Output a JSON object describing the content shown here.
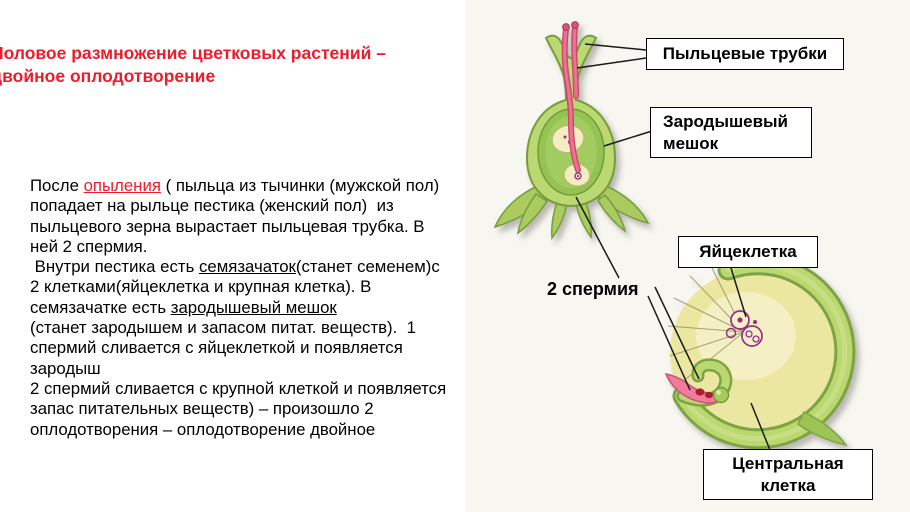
{
  "slide": {
    "title": "Половое размножение цветковых растений –\nдвойное оплодотворение",
    "title_color": "#ed1c2b",
    "background": "#ffffff",
    "panel_background": "#f7f6f1"
  },
  "body": {
    "segments": [
      {
        "text": "После ",
        "style": "normal"
      },
      {
        "text": "опыления",
        "style": "red-underline"
      },
      {
        "text": " ( пыльца из тычинки (мужской пол) попадает на рыльце пестика (женский пол)  из пыльцевого зерна вырастает пыльцевая трубка. В ней 2 спермия.\n Внутри пестика есть ",
        "style": "normal"
      },
      {
        "text": "семязачаток",
        "style": "underline"
      },
      {
        "text": "(станет семенем)с 2 клетками(яйцеклетка и крупная клетка). В семязачатке есть ",
        "style": "normal"
      },
      {
        "text": "зародышевый мешок",
        "style": "underline"
      },
      {
        "text": "\n(станет зародышем и запасом питат. веществ).  1 спермий сливается с яйцеклеткой и появляется зародыш\n2 спермий сливается с крупной клеткой и появляется запас питательных веществ) – произошло 2 оплодотворения – оплодотворение двойное",
        "style": "normal"
      }
    ]
  },
  "diagram": {
    "labels": {
      "pollen_tubes": "Пыльцевые трубки",
      "embryo_sac": "Зародышевый мешок",
      "egg_cell": "Яйцеклетка",
      "two_sperm": "2 спермия",
      "central_cell": "Центральная клетка"
    },
    "colors": {
      "pistil_fill": "#bcd873",
      "pistil_outline": "#779c3c",
      "ovary_fill": "#94c253",
      "ovule_fill": "#f2eec2",
      "pollen_tube_pink": "#ec7290",
      "nucleus_purple": "#9b2d86",
      "sac_yellow": "#ebe6a0",
      "egg_pink": "#f07b9b",
      "sperm_dark_red": "#ab1f2e"
    }
  }
}
